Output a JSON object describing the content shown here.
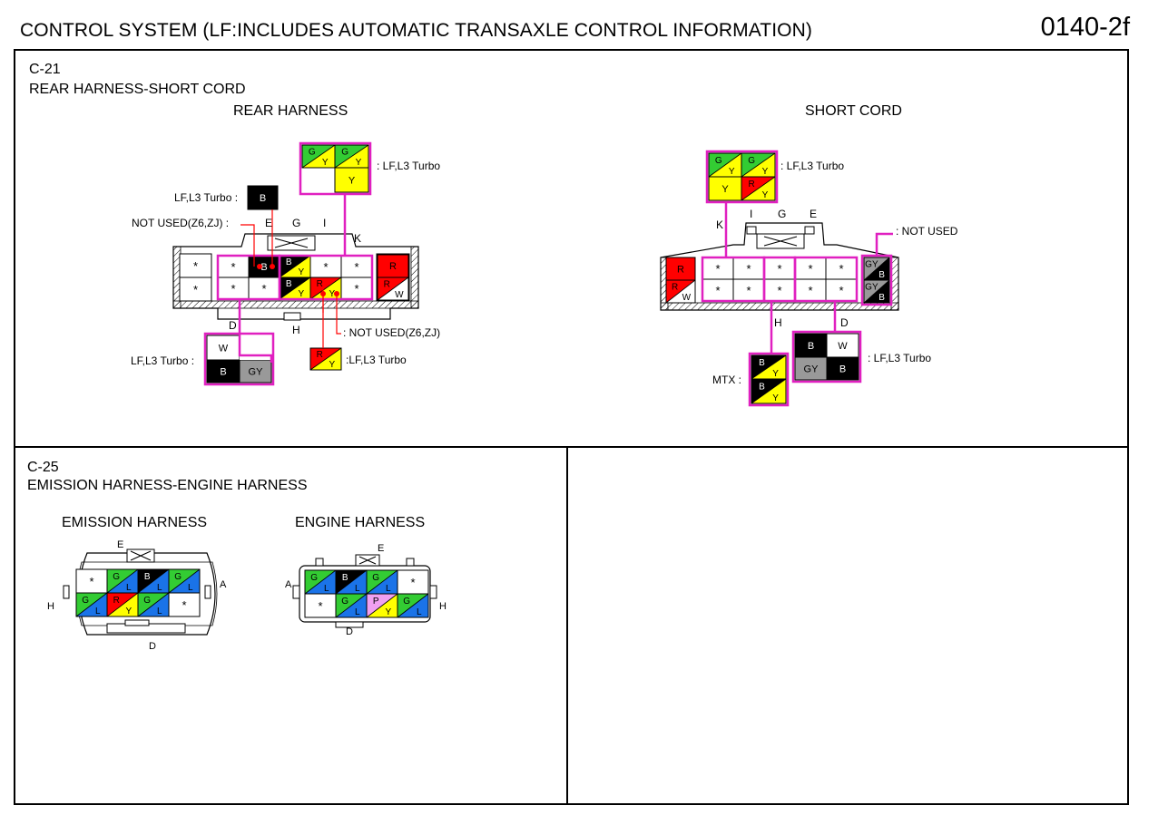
{
  "header": {
    "title": "CONTROL SYSTEM (LF:INCLUDES AUTOMATIC TRANSAXLE CONTROL INFORMATION)",
    "page_code": "0140-2f"
  },
  "c21": {
    "code": "C-21",
    "name": "REAR HARNESS-SHORT CORD",
    "rear": {
      "title": "REAR HARNESS",
      "lf_l3_turbo_label": ": LF,L3 Turbo",
      "b_label": "LF,L3 Turbo :",
      "not_used_left": "NOT USED(Z6,ZJ) :",
      "not_used_right": ": NOT USED(Z6,ZJ)",
      "ry_label": ":LF,L3 Turbo",
      "d_label": "LF,L3 Turbo :",
      "letters": {
        "E": "E",
        "G": "G",
        "I": "I",
        "K": "K",
        "D": "D",
        "H": "H"
      }
    },
    "short": {
      "title": "SHORT CORD",
      "lf_l3_turbo_label": ": LF,L3 Turbo",
      "not_used": ": NOT USED",
      "d_label": ": LF,L3 Turbo",
      "mtx_label": "MTX :",
      "letters": {
        "K": "K",
        "I": "I",
        "G": "G",
        "E": "E",
        "H": "H",
        "D": "D"
      }
    }
  },
  "c25": {
    "code": "C-25",
    "name": "EMISSION HARNESS-ENGINE HARNESS",
    "emission_title": "EMISSION HARNESS",
    "engine_title": "ENGINE HARNESS",
    "letters": {
      "E": "E",
      "A": "A",
      "H": "H",
      "D": "D"
    }
  },
  "wire_letters": {
    "B": "B",
    "G": "G",
    "Y": "Y",
    "R": "R",
    "W": "W",
    "GY": "GY",
    "L": "L",
    "P": "P",
    "star": "*"
  },
  "colors": {
    "magenta": "#e020c0",
    "red": "#ff0000",
    "green": "#33cc33",
    "yellow": "#ffff00",
    "blue": "#1a73e8",
    "black": "#000000",
    "gray": "#999999",
    "pink": "#f0a0f0"
  }
}
